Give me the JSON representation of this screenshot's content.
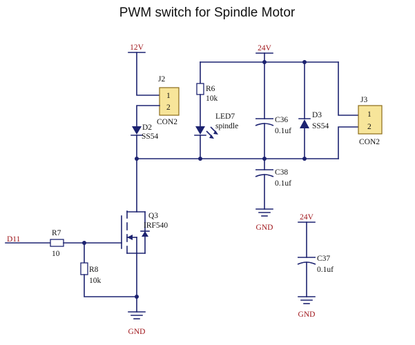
{
  "title": "PWM switch for Spindle Motor",
  "nets": {
    "v12": "12V",
    "v24_top": "24V",
    "v24_c37": "24V",
    "gnd_c38": "GND",
    "gnd_q3": "GND",
    "gnd_c37": "GND",
    "d11": "D11"
  },
  "j2": {
    "ref": "J2",
    "pin1": "1",
    "pin2": "2",
    "value": "CON2"
  },
  "j3": {
    "ref": "J3",
    "pin1": "1",
    "pin2": "2",
    "value": "CON2"
  },
  "d2": {
    "ref": "D2",
    "value": "SS54"
  },
  "d3": {
    "ref": "D3",
    "value": "SS54"
  },
  "r6": {
    "ref": "R6",
    "value": "10k"
  },
  "r7": {
    "ref": "R7",
    "value": "10"
  },
  "r8": {
    "ref": "R8",
    "value": "10k"
  },
  "led7": {
    "ref": "LED7",
    "value": "spindle"
  },
  "c36": {
    "ref": "C36",
    "value": "0.1uf"
  },
  "c37": {
    "ref": "C37",
    "value": "0.1uf"
  },
  "c38": {
    "ref": "C38",
    "value": "0.1uf"
  },
  "q3": {
    "ref": "Q3",
    "value": "IRF540"
  },
  "colors": {
    "wire": "#1c2270",
    "net_label": "#a0171c",
    "connector_fill": "#f7e59a"
  }
}
